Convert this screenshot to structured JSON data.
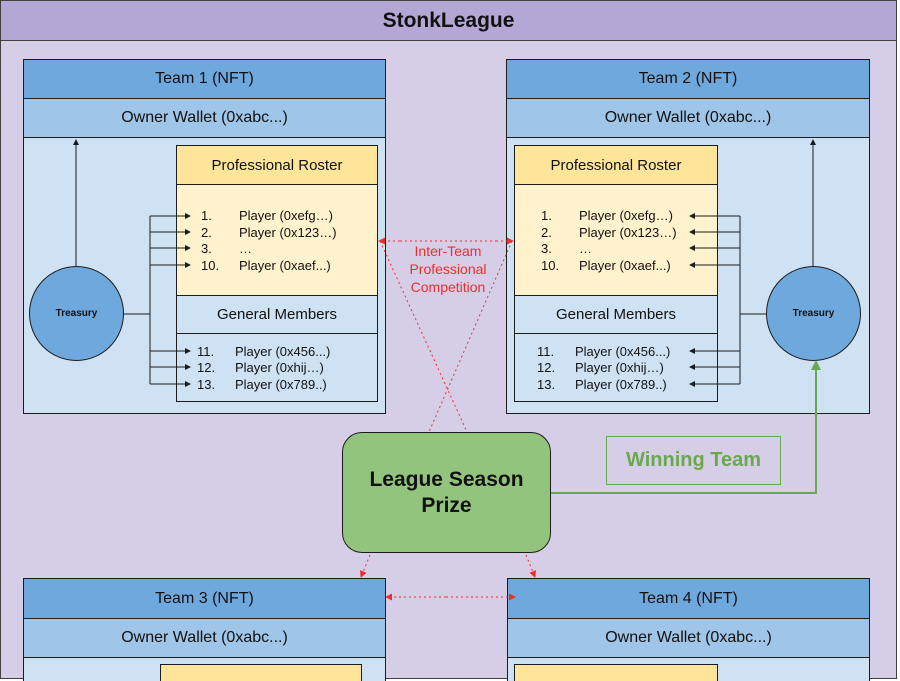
{
  "title": "StonkLeague",
  "teams": [
    {
      "name": "Team 1 (NFT)",
      "wallet": "Owner Wallet (0xabc...)",
      "treasury": "Treasury",
      "roster_title": "Professional Roster",
      "roster": [
        {
          "num": "1.",
          "player": "Player (0xefg…)"
        },
        {
          "num": "2.",
          "player": "Player (0x123…)"
        },
        {
          "num": "3.",
          "player": "…"
        },
        {
          "num": "10.",
          "player": "Player (0xaef...)"
        }
      ],
      "members_title": "General Members",
      "members": [
        {
          "num": "11.",
          "player": "Player (0x456...)"
        },
        {
          "num": "12.",
          "player": "Player (0xhij…)"
        },
        {
          "num": "13.",
          "player": "Player (0x789..)"
        }
      ]
    },
    {
      "name": "Team 2 (NFT)",
      "wallet": "Owner Wallet (0xabc...)",
      "treasury": "Treasury",
      "roster_title": "Professional Roster",
      "roster": [
        {
          "num": "1.",
          "player": "Player (0xefg…)"
        },
        {
          "num": "2.",
          "player": "Player (0x123…)"
        },
        {
          "num": "3.",
          "player": "…"
        },
        {
          "num": "10.",
          "player": "Player (0xaef...)"
        }
      ],
      "members_title": "General Members",
      "members": [
        {
          "num": "11.",
          "player": "Player (0x456...)"
        },
        {
          "num": "12.",
          "player": "Player (0xhij…)"
        },
        {
          "num": "13.",
          "player": "Player (0x789..)"
        }
      ]
    },
    {
      "name": "Team 3 (NFT)",
      "wallet": "Owner Wallet (0xabc...)"
    },
    {
      "name": "Team 4 (NFT)",
      "wallet": "Owner Wallet (0xabc...)"
    }
  ],
  "competition_label": "Inter-Team Professional Competition",
  "prize_label": "League Season Prize",
  "winning_label": "Winning Team",
  "colors": {
    "background": "#d6cee7",
    "title_bar": "#b4a7d6",
    "team_header": "#6fa8dc",
    "wallet": "#9fc5e8",
    "team_body": "#cfe2f3",
    "roster_header": "#ffe599",
    "roster_body": "#fff2cc",
    "prize": "#93c47d",
    "winning": "#6aa84f",
    "competition": "#ee2e2e"
  }
}
